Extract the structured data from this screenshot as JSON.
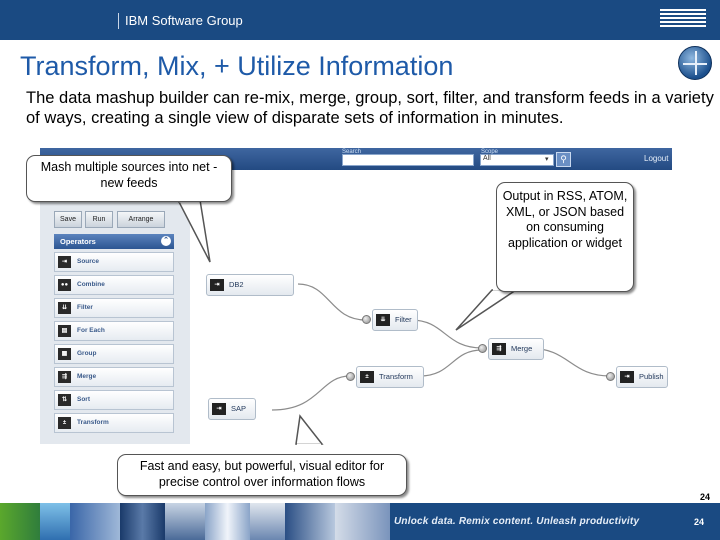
{
  "header": {
    "group": "IBM Software Group",
    "logo_text": "IBM",
    "bar_color": "#1a4a82"
  },
  "slide": {
    "title": "Transform, Mix, + Utilize Information",
    "intro": "The data mashup builder can re-mix, merge, group, sort, filter, and transform feeds in a variety of ways, creating a single view of disparate sets of information in minutes."
  },
  "app": {
    "search_label": "Search",
    "scope_label": "Scope",
    "scope_value": "All",
    "logout": "Logout",
    "toolbar": {
      "save": "Save",
      "run": "Run",
      "arrange": "Arrange"
    },
    "operators_header": "Operators",
    "operators": [
      {
        "label": "Source",
        "icon": "source-icon",
        "glyph": "⇥"
      },
      {
        "label": "Combine",
        "icon": "combine-icon",
        "glyph": "●●"
      },
      {
        "label": "Filter",
        "icon": "filter-icon",
        "glyph": "⇊"
      },
      {
        "label": "For Each",
        "icon": "for-each-icon",
        "glyph": "▤"
      },
      {
        "label": "Group",
        "icon": "group-icon",
        "glyph": "▦"
      },
      {
        "label": "Merge",
        "icon": "merge-icon",
        "glyph": "⇶"
      },
      {
        "label": "Sort",
        "icon": "sort-icon",
        "glyph": "⇅"
      },
      {
        "label": "Transform",
        "icon": "transform-icon",
        "glyph": "±"
      }
    ],
    "nodes": {
      "db2": "DB2",
      "filter": "Filter",
      "merge": "Merge",
      "transform": "Transform",
      "sap": "SAP",
      "publish": "Publish"
    }
  },
  "callouts": {
    "mash": "Mash multiple sources into net -new feeds",
    "output": "Output in RSS, ATOM, XML, or JSON based on consuming application or widget",
    "editor": "Fast and easy, but powerful, visual editor for precise control over information flows"
  },
  "footer": {
    "tagline": "Unlock data. Remix content. Unleash productivity",
    "page_number": "24",
    "page_number_bottom": "24"
  }
}
